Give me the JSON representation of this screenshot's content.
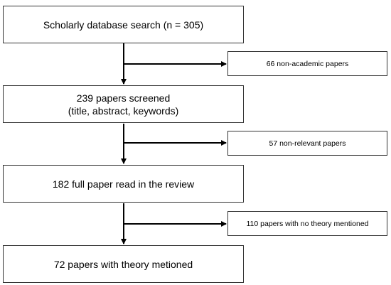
{
  "flowchart": {
    "steps": [
      {
        "text": "Scholarly database search (n = 305)"
      },
      {
        "line1": "239 papers screened",
        "line2": "(title, abstract, keywords)"
      },
      {
        "text": "182 full paper read in the review"
      },
      {
        "text": "72 papers with theory metioned"
      }
    ],
    "exclusions": [
      {
        "text": "66 non-academic papers"
      },
      {
        "text": "57 non-relevant papers"
      },
      {
        "text": "110 papers with no theory mentioned"
      }
    ],
    "colors": {
      "border": "#333333",
      "line": "#000000",
      "background": "#ffffff"
    }
  }
}
